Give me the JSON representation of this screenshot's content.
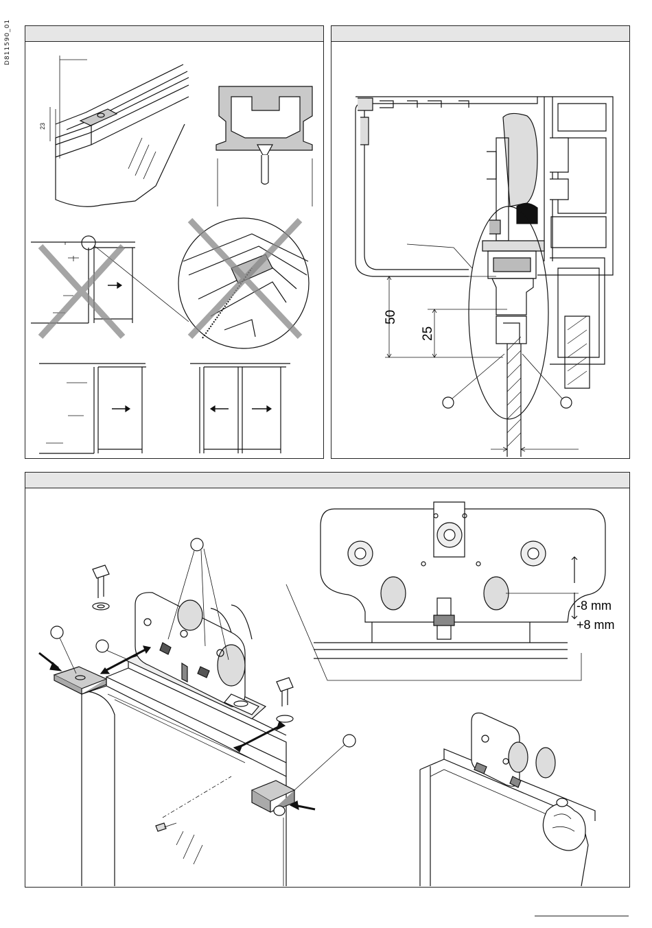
{
  "document_code": "D811590_01",
  "panel_1": {
    "dimension_label": "23"
  },
  "panel_2": {
    "dimension_upper": "50",
    "dimension_lower": "25"
  },
  "panel_3": {
    "adjust_minus": "-8 mm",
    "adjust_plus": "+8 mm"
  }
}
